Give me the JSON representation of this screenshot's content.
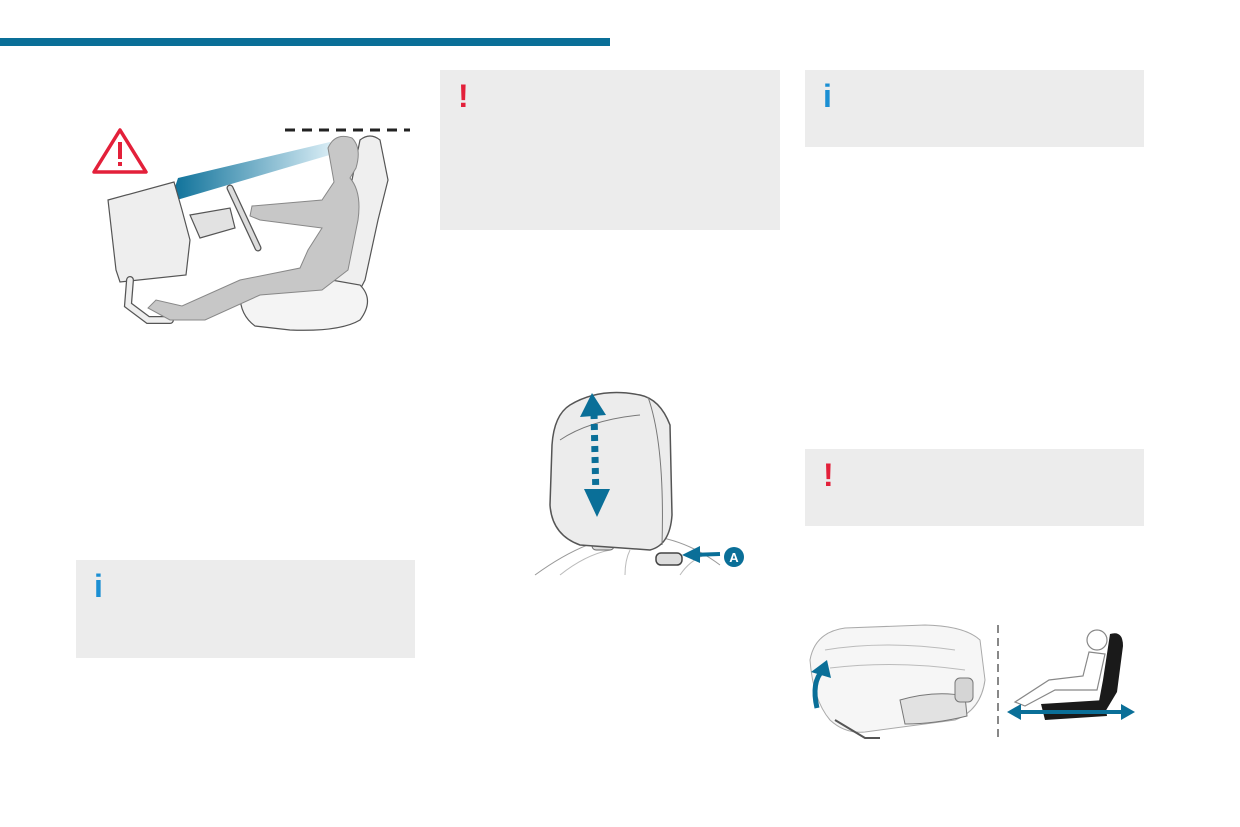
{
  "colors": {
    "accent": "#0a6f98",
    "warning": "#e3203a",
    "info": "#1b8fd3",
    "note_bg": "#ececec"
  },
  "notes": [
    {
      "kind": "warning",
      "icon": "!",
      "icon_name": "exclamation-icon"
    },
    {
      "kind": "info",
      "icon": "i",
      "icon_name": "info-icon"
    },
    {
      "kind": "info",
      "icon": "i",
      "icon_name": "info-icon"
    },
    {
      "kind": "warning",
      "icon": "!",
      "icon_name": "exclamation-icon"
    }
  ],
  "figures": {
    "headrest": {
      "callout_label": "A"
    }
  }
}
